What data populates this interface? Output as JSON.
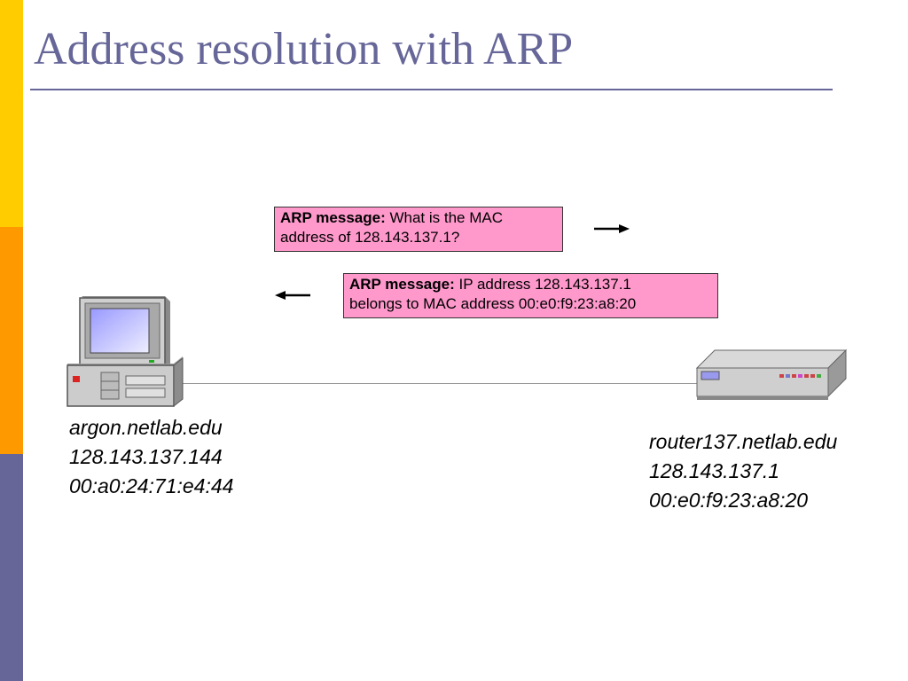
{
  "slide": {
    "title": "Address resolution with ARP"
  },
  "messages": {
    "request": {
      "bold": "ARP message:",
      "line1_rest": " What is the MAC",
      "line2": "address of 128.143.137.1?"
    },
    "reply": {
      "bold": "ARP message:",
      "line1_rest": " IP address 128.143.137.1",
      "line2": "belongs to MAC address 00:e0:f9:23:a8:20"
    }
  },
  "hosts": {
    "argon": {
      "name": "argon.netlab.edu",
      "ip": "128.143.137.144",
      "mac": "00:a0:24:71:e4:44",
      "icon": "desktop-computer-icon"
    },
    "router": {
      "name": "router137.netlab.edu",
      "ip": "128.143.137.1",
      "mac": "00:e0:f9:23:a8:20",
      "icon": "router-icon"
    }
  },
  "colors": {
    "accent": "#666699",
    "bar_top": "#ffcc00",
    "bar_mid": "#ff9900",
    "bar_bottom": "#666699",
    "message_fill": "#ff99cc"
  }
}
